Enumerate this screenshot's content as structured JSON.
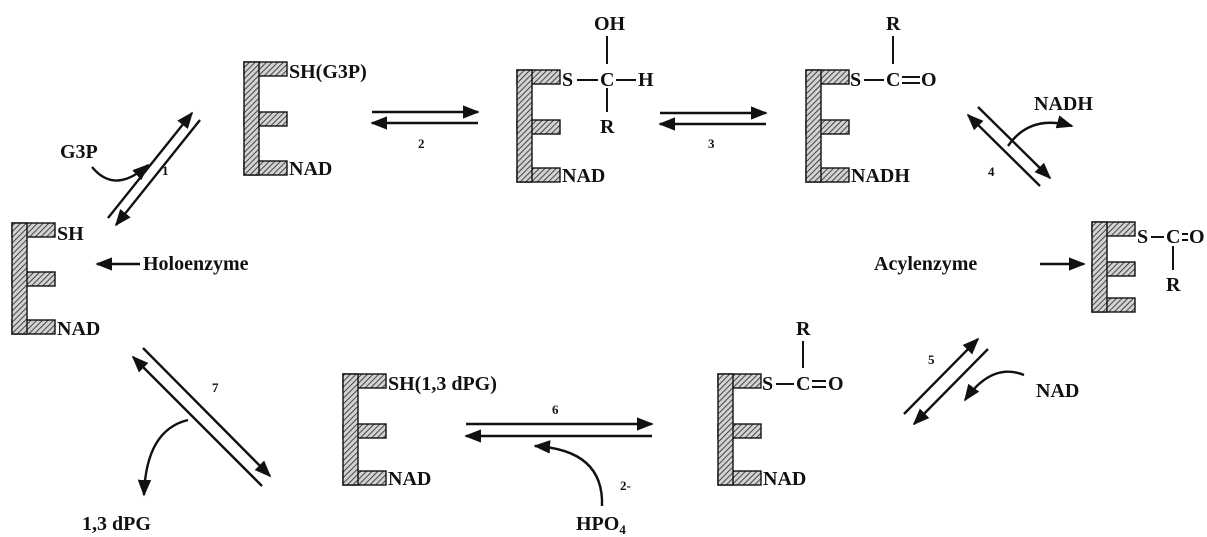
{
  "diagram": {
    "complexes": [
      {
        "id": "e1",
        "top": "SH(G3P)",
        "bottom": "NAD"
      },
      {
        "id": "e2",
        "top_atoms": [
          "S",
          "C",
          "H"
        ],
        "above": "OH",
        "below": "R",
        "bottom": "NAD"
      },
      {
        "id": "e3",
        "top_atoms": [
          "S",
          "C",
          "O"
        ],
        "above": "R",
        "bottom": "NADH"
      },
      {
        "id": "e4",
        "top_atoms": [
          "S",
          "C",
          "O"
        ],
        "below": "R"
      },
      {
        "id": "e5",
        "top_atoms": [
          "S",
          "C",
          "O"
        ],
        "above": "R",
        "bottom": "NAD"
      },
      {
        "id": "e6",
        "top": "SH(1,3 dPG)",
        "bottom": "NAD"
      },
      {
        "id": "e7",
        "top": "SH",
        "bottom": "NAD"
      }
    ],
    "labels": {
      "holoenzyme": "Holoenzyme",
      "acylenzyme": "Acylenzyme",
      "g3p": "G3P",
      "nadh_out": "NADH",
      "nad_in": "NAD",
      "dpg_out": "1,3 dPG",
      "hpo4": "HPO",
      "hpo4_sub": "4",
      "hpo4_charge": "2-"
    },
    "steps": [
      "1",
      "2",
      "3",
      "4",
      "5",
      "6",
      "7"
    ],
    "colors": {
      "ink": "#111111",
      "hatch_bg": "#d2d2d2"
    }
  }
}
